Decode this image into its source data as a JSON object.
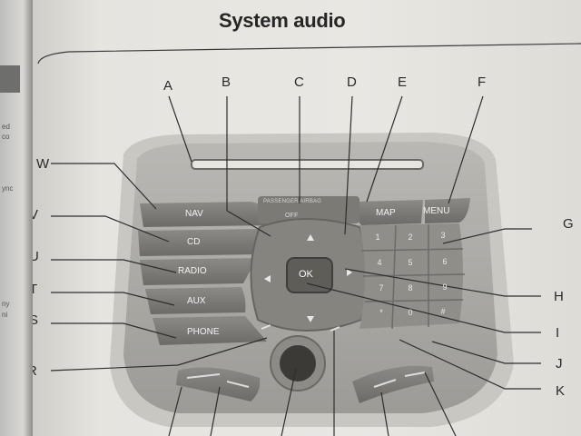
{
  "left_page": {
    "fragments": [
      "ed",
      "co",
      "ync",
      "ny",
      "ni"
    ]
  },
  "header": {
    "title": "System audio"
  },
  "panel": {
    "callout_letters": [
      "A",
      "B",
      "C",
      "D",
      "E",
      "F",
      "G",
      "H",
      "I",
      "J",
      "K",
      "R",
      "S",
      "T",
      "U",
      "V",
      "W"
    ],
    "left_buttons": {
      "nav": "NAV",
      "cd": "CD",
      "radio": "RADIO",
      "aux": "AUX",
      "phone": "PHONE"
    },
    "top_buttons": {
      "map": "MAP",
      "menu": "MENU",
      "passenger_airbag": "PASSENGER AIRBAG",
      "airbag_off": "OFF"
    },
    "center": {
      "ok": "OK"
    },
    "keypad": [
      "1",
      "2",
      "3",
      "4",
      "5",
      "6",
      "7",
      "8",
      "9",
      "*",
      "0",
      "#"
    ]
  }
}
